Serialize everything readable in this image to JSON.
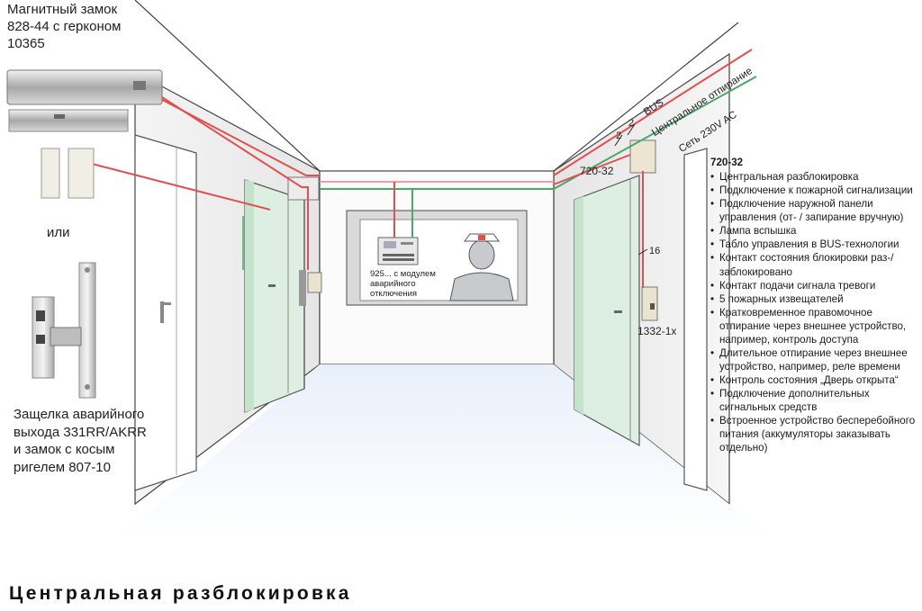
{
  "labels": {
    "maglock_line1": "Магнитный замок",
    "maglock_line2": "828-44 с герконом",
    "maglock_line3": "10365",
    "or_text": "или",
    "latch_line1": "Защелка аварийного",
    "latch_line2": "выхода 331RR/AKRR",
    "latch_line3": "и замок с косым",
    "latch_line4": "ригелем 807-10",
    "module_line1": "925... с модулем",
    "module_line2": "аварийного",
    "module_line3": "отключения",
    "bus_label": "BUS",
    "central_label": "Центральное отпирание",
    "power_label": "Сеть 230V AC",
    "wire_2a": "2",
    "wire_2b": "2",
    "wire_16": "16",
    "controller_label": "720-32",
    "reader_label": "1332-1x"
  },
  "features": {
    "heading": "720-32",
    "items": [
      "Центральная разблокировка",
      "Подключение к пожарной сигнализации",
      "Подключение наружной панели управления (от- / запирание вручную)",
      "Лампа вспышка",
      "Табло управления в BUS-технологии",
      "Контакт состояния блокировки раз-/  заблокировано",
      "Контакт подачи сигнала тревоги",
      "5 пожарных извещателей",
      "Кратковременное  правомочное отпирание через  внешнее устройство, например, контроль доступа",
      "Длительное отпирание через внешнее устройство, например, реле времени",
      "Контроль состояния „Дверь открыта“",
      "Подключение дополнительных сигнальных средств",
      "Встроенное устройство бесперебойного питания (аккумуляторы заказывать отдельно)"
    ]
  },
  "bottom_title": "Центральная разблокировка",
  "colors": {
    "wire_red": "#e05050",
    "wire_green": "#4aa86a",
    "wire_pink": "#f0a0a0",
    "door_green": "#dcefe2",
    "floor_blue": "#dde8f6"
  }
}
